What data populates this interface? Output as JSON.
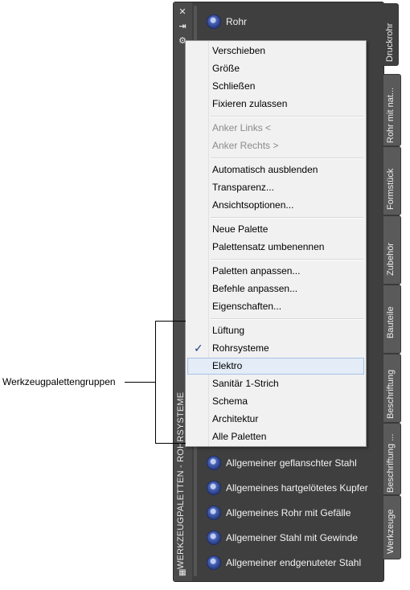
{
  "palette": {
    "vertical_title": "WERKZEUGPALETTEN - ROHRSYSTEME",
    "titlebar_icons": [
      "close-icon",
      "auto-hide-icon",
      "properties-icon"
    ],
    "tools_top": [
      {
        "label": "Rohr"
      }
    ],
    "tools_bottom": [
      {
        "label": "Allgemeiner geflanschter Stahl"
      },
      {
        "label": "Allgemeines hartgelötetes Kupfer"
      },
      {
        "label": "Allgemeines Rohr mit Gefälle"
      },
      {
        "label": "Allgemeiner Stahl mit Gewinde"
      },
      {
        "label": "Allgemeiner endgenuteter Stahl"
      }
    ],
    "tabs": [
      {
        "label": "Druckrohr",
        "active": true
      },
      {
        "label": "Rohr mit nat...",
        "active": false
      },
      {
        "label": "Formstück",
        "active": false
      },
      {
        "label": "Zubehör",
        "active": false
      },
      {
        "label": "Bauteile",
        "active": false
      },
      {
        "label": "Beschriftung",
        "active": false
      },
      {
        "label": "Beschriftung ...",
        "active": false
      },
      {
        "label": "Werkzeuge",
        "active": false
      }
    ]
  },
  "context_menu": {
    "items": [
      {
        "label": "Verschieben"
      },
      {
        "label": "Größe"
      },
      {
        "label": "Schließen"
      },
      {
        "label": "Fixieren zulassen"
      },
      {
        "label": "Anker Links  <",
        "disabled": true
      },
      {
        "label": "Anker Rechts  >",
        "disabled": true
      },
      {
        "label": "Automatisch ausblenden"
      },
      {
        "label": "Transparenz..."
      },
      {
        "label": "Ansichtsoptionen..."
      },
      {
        "label": "Neue Palette"
      },
      {
        "label": "Palettensatz umbenennen"
      },
      {
        "label": "Paletten anpassen..."
      },
      {
        "label": "Befehle anpassen..."
      },
      {
        "label": "Eigenschaften..."
      },
      {
        "label": "Lüftung"
      },
      {
        "label": "Rohrsysteme",
        "checked": true
      },
      {
        "label": "Elektro",
        "highlighted": true
      },
      {
        "label": "Sanitär 1-Strich"
      },
      {
        "label": "Schema"
      },
      {
        "label": "Architektur"
      },
      {
        "label": "Alle Paletten"
      }
    ]
  },
  "callout": {
    "label": "Werkzeugpalettengruppen"
  },
  "colors": {
    "menu_bg": "#f1f1f1",
    "highlight_bg": "#e3ecf7",
    "highlight_border": "#a8c1e6",
    "palette_bg": "#3f3f3f",
    "check": "#1c3c8a"
  }
}
